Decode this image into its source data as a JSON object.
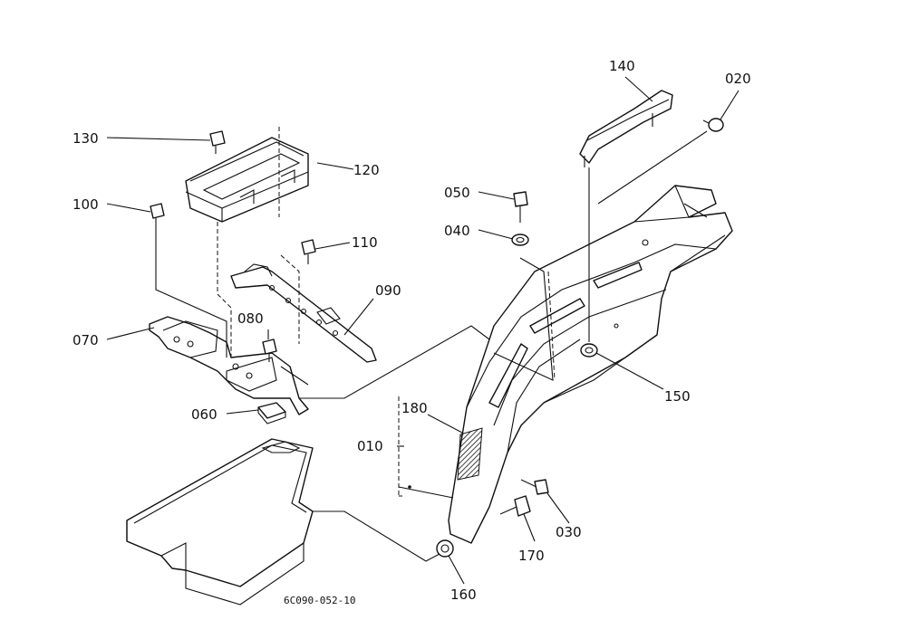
{
  "diagram_code": "6C090-052-10",
  "labels": {
    "p010": "010",
    "p020": "020",
    "p030": "030",
    "p040": "040",
    "p050": "050",
    "p060": "060",
    "p070": "070",
    "p080": "080",
    "p090": "090",
    "p100": "100",
    "p110": "110",
    "p120": "120",
    "p130": "130",
    "p140": "140",
    "p150": "150",
    "p160": "160",
    "p170": "170",
    "p180": "180"
  }
}
